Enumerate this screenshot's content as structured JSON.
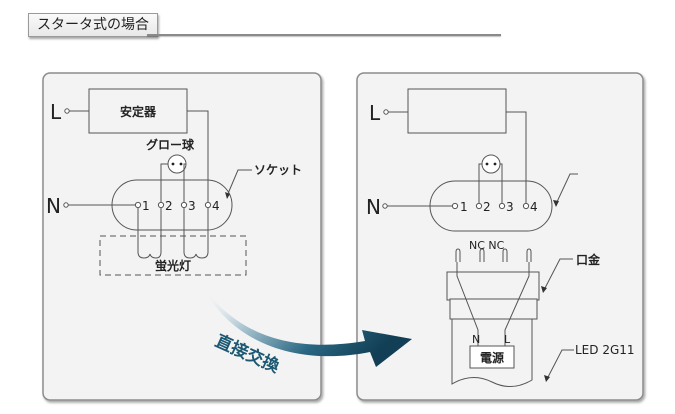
{
  "title": "スタータ式の場合",
  "left_panel": {
    "terminal_L": "L",
    "terminal_N": "N",
    "ballast_label": "安定器",
    "glow_lamp_label": "グロー球",
    "socket_label": "ソケット",
    "pins": [
      "1",
      "2",
      "3",
      "4"
    ],
    "lamp_label": "蛍光灯"
  },
  "arrow_label": "直接交換",
  "right_panel": {
    "terminal_L": "L",
    "terminal_N": "N",
    "pins": [
      "1",
      "2",
      "3",
      "4"
    ],
    "nc_label": "NC NC",
    "base_label": "口金",
    "led_model_label": "LED 2G11",
    "led_n": "N",
    "led_l": "L",
    "power_supply_label": "電源"
  },
  "colors": {
    "panel_bg": "#f3f3f3",
    "panel_border": "#8c8c8c",
    "line": "#555555",
    "arrow": "#1c5872"
  }
}
